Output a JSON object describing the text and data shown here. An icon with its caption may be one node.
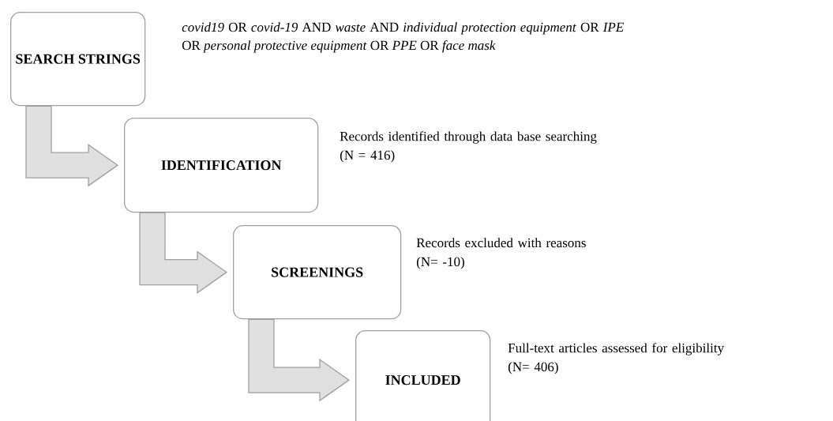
{
  "diagram": {
    "nodes": [
      {
        "text": [
          "SEARCH STRINGS"
        ],
        "beside": [
          "*covid19* OR *covid-19* AND *waste* AND *individual protection equipment* OR *IPE* OR *personal protective equipment* OR *PPE* OR *face mask*"
        ]
      },
      {
        "text": [
          "IDENTIFICATION"
        ],
        "beside": [
          "Records identified through data base searching",
          "(N = 416)"
        ]
      },
      {
        "text": [
          "SCREENINGS"
        ],
        "beside": [
          "Records excluded with reasons",
          "(N= -10)"
        ]
      },
      {
        "text": [
          "INCLUDED"
        ],
        "beside": [
          "Full-text articles assessed for eligibility",
          "(N= 406)"
        ]
      }
    ],
    "edges": [
      {
        "from": 0,
        "to": 1,
        "arrow": "to"
      },
      {
        "from": 1,
        "to": 2,
        "arrow": "to"
      },
      {
        "from": 2,
        "to": 3,
        "arrow": "to"
      }
    ]
  }
}
